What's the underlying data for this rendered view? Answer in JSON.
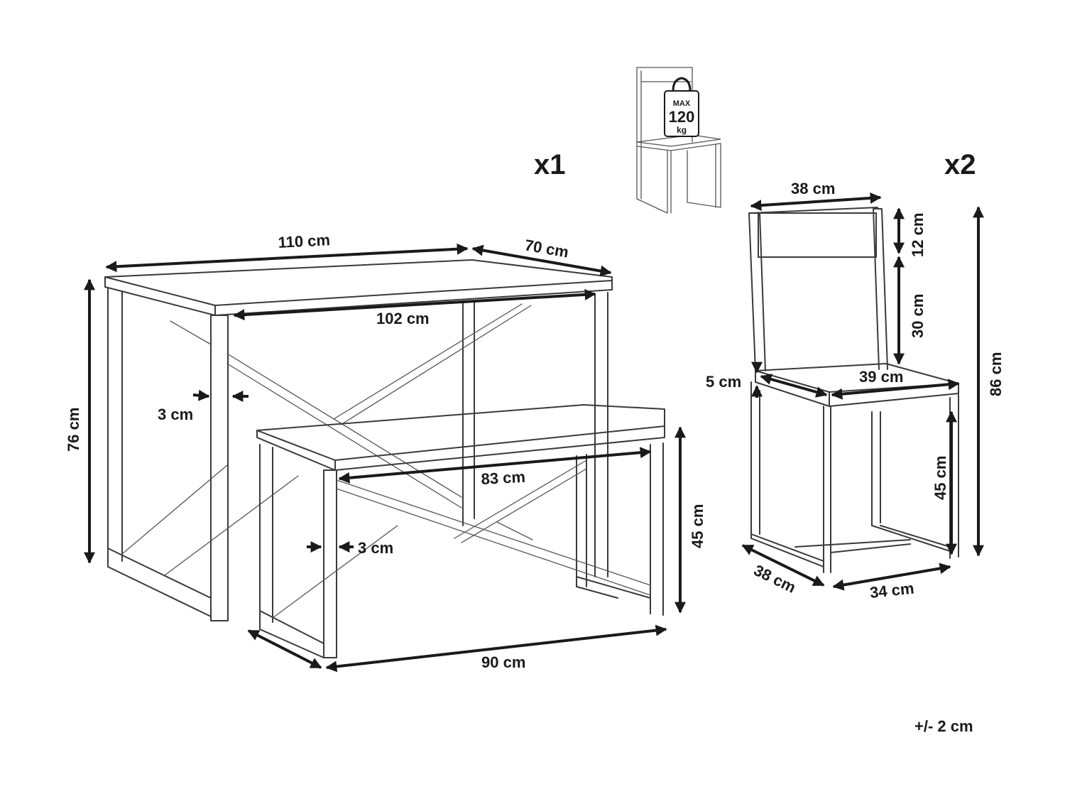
{
  "quantities": {
    "table_set": "x1",
    "chair": "x2"
  },
  "weight_badge": {
    "max": "MAX",
    "value": "120",
    "unit": "kg"
  },
  "table": {
    "width": "110 cm",
    "depth": "70 cm",
    "inner_width": "102 cm",
    "height": "76 cm",
    "leg": "3 cm"
  },
  "bench": {
    "inner_width": "83 cm",
    "leg": "3 cm",
    "height": "45 cm",
    "width": "90 cm"
  },
  "chair": {
    "back_width": "38 cm",
    "back_top": "12 cm",
    "back_gap": "30 cm",
    "total_height": "86 cm",
    "seat_thickness": "5 cm",
    "seat_width": "39 cm",
    "seat_height": "45 cm",
    "base_depth": "38 cm",
    "base_width": "34 cm"
  },
  "tolerance": "+/- 2 cm"
}
